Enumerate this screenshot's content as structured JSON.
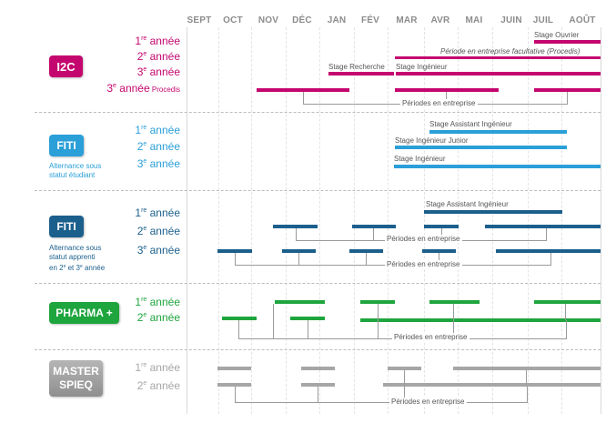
{
  "months": [
    "SEPT",
    "OCT",
    "NOV",
    "DÉC",
    "JAN",
    "FÉV",
    "MAR",
    "AVR",
    "MAI",
    "JUIN",
    "JUIL",
    "AOÛT"
  ],
  "colors": {
    "i2c": "#c4066f",
    "fiti_light": "#2a9fd8",
    "fiti_dark": "#1b5f8c",
    "pharma": "#1ea53d",
    "master": "#a6a6a6"
  },
  "programs": {
    "i2c": {
      "badge": "I2C",
      "years": [
        "1",
        "re",
        " année",
        "2",
        "e",
        " année",
        "3",
        "e",
        " année",
        "3",
        "e",
        " année",
        " Procedis"
      ],
      "bars": [
        "Stage Ouvrier",
        "Période en entreprise facultative (Procedis)",
        "Stage Recherche",
        "Stage Ingénieur"
      ],
      "periods": "Périodes en entreprise"
    },
    "fiti1": {
      "badge": "FITI",
      "subtitle": [
        "Alternance sous",
        "statut étudiant"
      ],
      "years": [
        "1",
        "re",
        " année",
        "2",
        "e",
        " année",
        "3",
        "e",
        " année"
      ],
      "bars": [
        "Stage Assistant Ingénieur",
        "Stage Ingénieur Junior",
        "Stage Ingénieur"
      ]
    },
    "fiti2": {
      "badge": "FITI",
      "subtitle": [
        "Alternance sous",
        "statut apprenti",
        "en 2",
        "e",
        " et 3",
        "e",
        " année"
      ],
      "years": [
        "1",
        "re",
        " année",
        "2",
        "e",
        " année",
        "3",
        "e",
        " année"
      ],
      "bars": [
        "Stage Assistant Ingénieur"
      ],
      "periods": [
        "Périodes en entreprise",
        "Périodes en entreprise"
      ]
    },
    "pharma": {
      "badge": "PHARMA +",
      "years": [
        "1",
        "re",
        " année",
        "2",
        "e",
        " année"
      ],
      "periods": "Périodes en entreprise"
    },
    "master": {
      "badge": [
        "MASTER",
        "SPIEQ"
      ],
      "years": [
        "1",
        "re",
        " année",
        "2",
        "e",
        " année"
      ],
      "periods": "Périodes en entreprise"
    }
  }
}
